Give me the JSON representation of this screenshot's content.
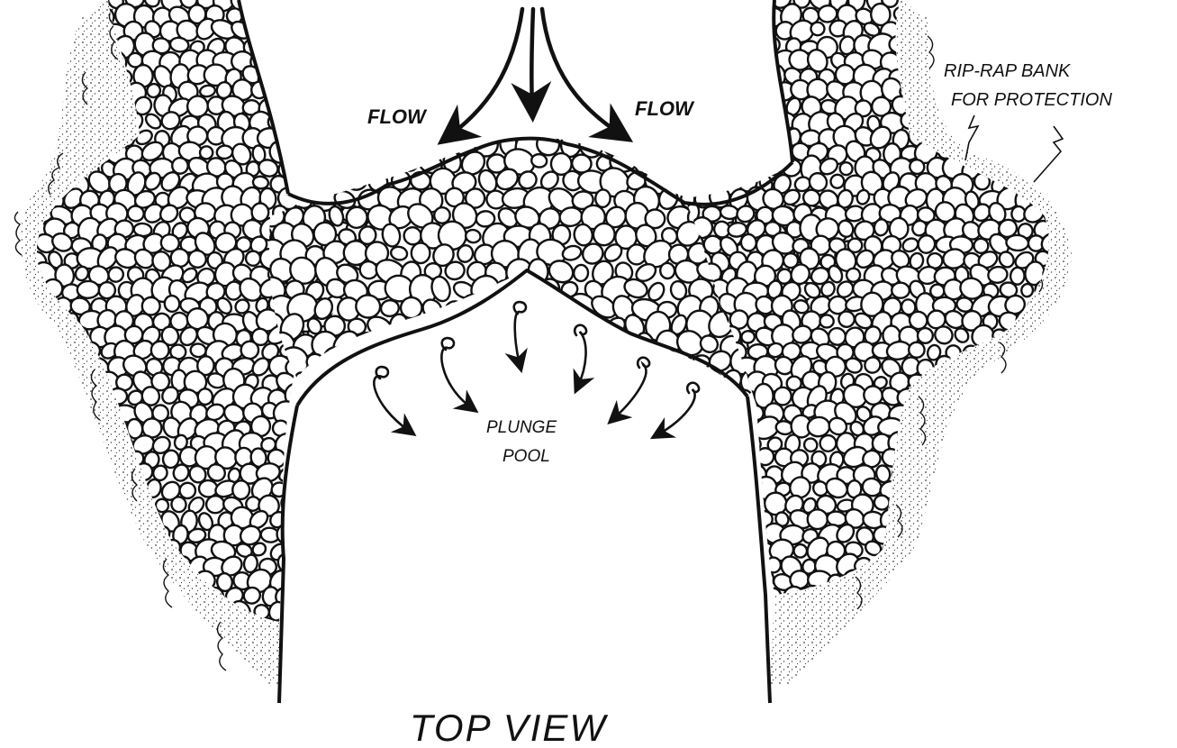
{
  "labels": {
    "flow_left": "FLOW",
    "flow_right": "FLOW",
    "riprap_line1": "RIP-RAP BANK",
    "riprap_line2": "FOR PROTECTION",
    "plunge_line1": "PLUNGE",
    "plunge_line2": "POOL",
    "view_title": "TOP VIEW"
  },
  "colors": {
    "ink": "#111111",
    "paper": "#ffffff"
  }
}
